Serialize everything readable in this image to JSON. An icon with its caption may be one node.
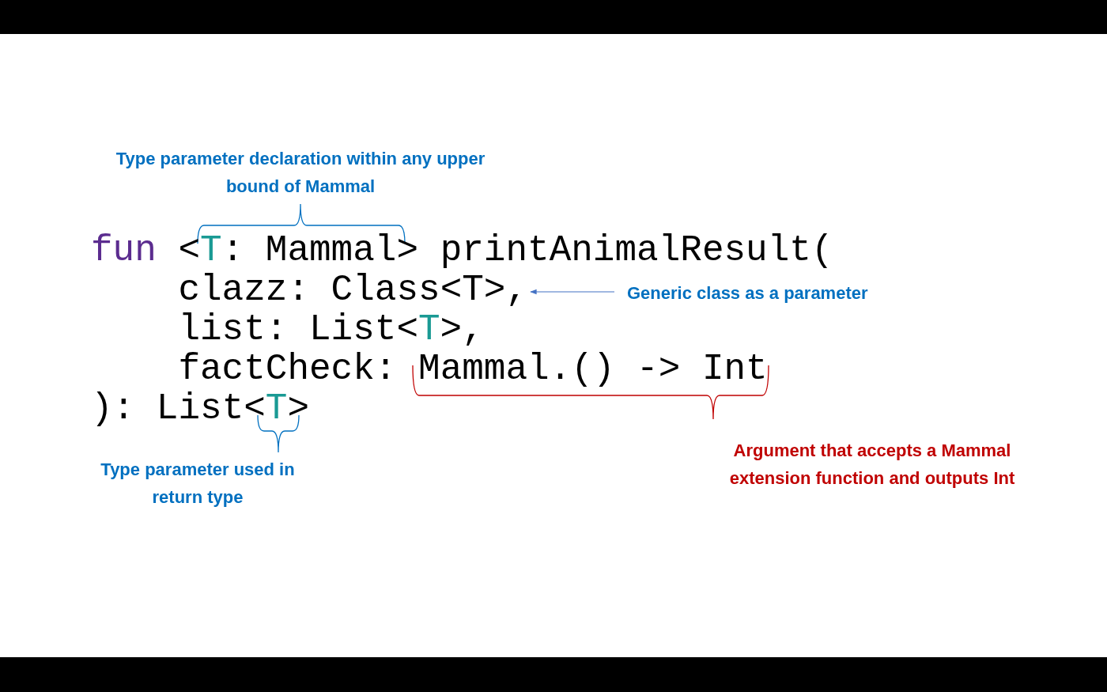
{
  "diagram": {
    "nodes": [
      {
        "text": [
          "clazz: Class<T>,"
        ]
      },
      {
        "text": [
          "Generic class as a parameter"
        ]
      }
    ],
    "edges": [
      {
        "from": 1,
        "to": 0,
        "arrow": "to"
      }
    ],
    "labels": [
      "Type parameter declaration within any upper bound of Mammal",
      "fun",
      "<",
      "T",
      ": Mammal> printAnimalResult(",
      "list: List<",
      "T",
      ">,",
      "factCheck: Mammal.() -> Int",
      "): List<",
      "T",
      ">",
      "Type parameter used in return type",
      "Argument that accepts a Mammal extension function and outputs Int"
    ]
  }
}
